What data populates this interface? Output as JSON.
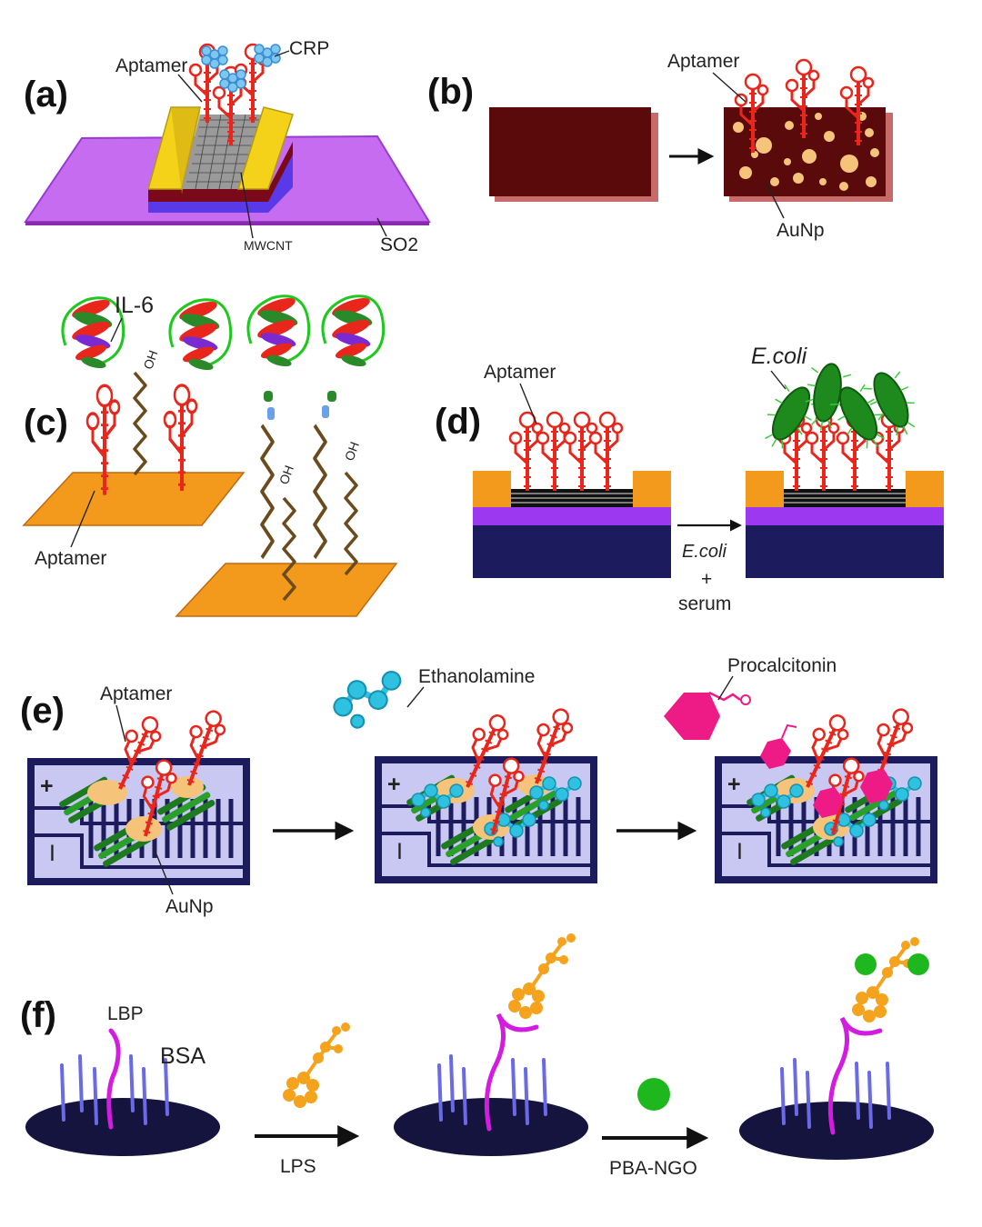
{
  "panels": {
    "a": {
      "letter": "(a)",
      "aptamer": "Aptamer",
      "crp": "CRP",
      "mwcnt": "MWCNT",
      "substrate": "SO2"
    },
    "b": {
      "letter": "(b)",
      "aptamer": "Aptamer",
      "aunp": "AuNp"
    },
    "c": {
      "letter": "(c)",
      "il6": "IL-6",
      "aptamer": "Aptamer",
      "oh": "OH"
    },
    "d": {
      "letter": "(d)",
      "aptamer": "Aptamer",
      "ecoli_top": "E.coli",
      "ecoli_arrow": "E.coli",
      "plus": "+",
      "serum": "serum"
    },
    "e": {
      "letter": "(e)",
      "aptamer": "Aptamer",
      "ethanolamine": "Ethanolamine",
      "procalcitonin": "Procalcitonin",
      "aunp": "AuNp",
      "plus": "+",
      "minus": "I"
    },
    "f": {
      "letter": "(f)",
      "lbp": "LBP",
      "bsa": "BSA",
      "lps": "LPS",
      "pba_ngo": "PBA-NGO"
    }
  },
  "colors": {
    "aptamer_red": "#e8261c",
    "purple_substrate": "#c66cf0",
    "gold_electrode": "#f5d21a",
    "dark_maroon": "#5a0a0a",
    "orange": "#f39a1c",
    "navy": "#1b1b5e",
    "violet": "#9b38f0",
    "light_lavender": "#c9c8f2",
    "cyan": "#2fc2e0",
    "magenta": "#ee1a86",
    "green": "#1eb81e",
    "lps_orange": "#f5a21c",
    "lbp_magenta": "#d21ce0",
    "bsa_blue": "#6a6ae8",
    "disk_navy": "#14143f"
  },
  "icons": [
    "plus-icon",
    "minus-icon",
    "arrow-right-icon",
    "hexagon-icon",
    "bacterium-icon",
    "nanoparticle-icon"
  ]
}
